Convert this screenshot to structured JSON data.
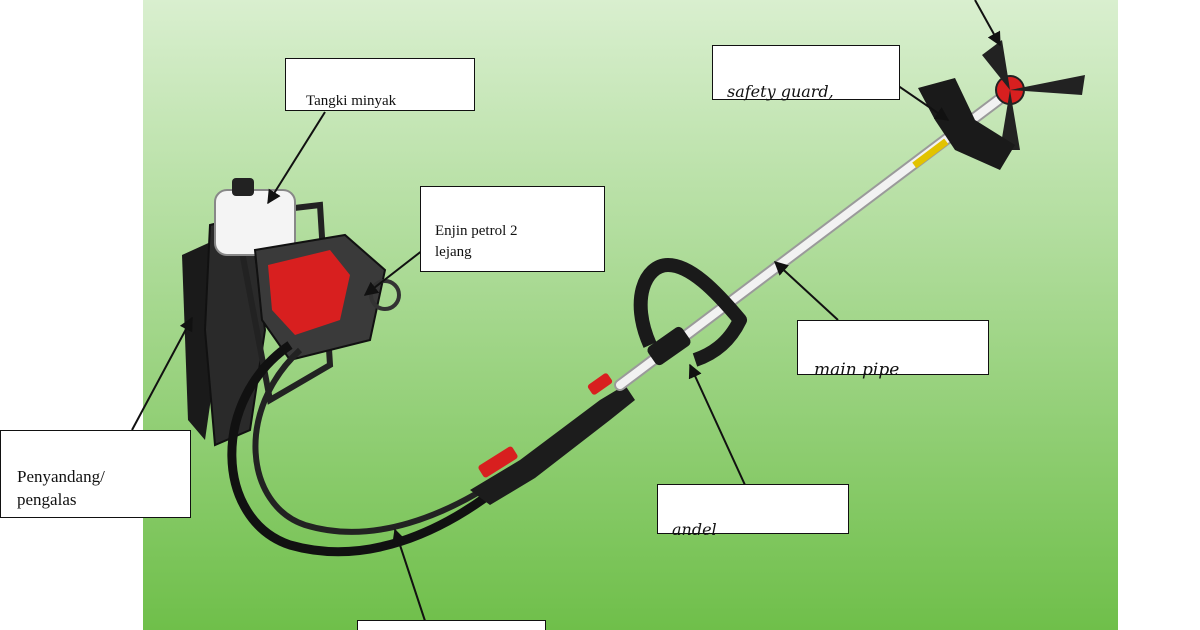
{
  "colors": {
    "background_top": "#d9efcf",
    "background_bottom": "#6fbf4a",
    "engine_red": "#d81f1f",
    "pipe": "#f2f2f2",
    "handle": "#1a1a1a"
  },
  "labels": {
    "tank": "Tangki minyak",
    "engine": "Enjin petrol 2\nlejang",
    "safety_guard": "safety guard,",
    "main_pipe": "main pipe",
    "handle": "andel",
    "harness": "Penyandang/\npengalas",
    "bottom_box": ""
  }
}
